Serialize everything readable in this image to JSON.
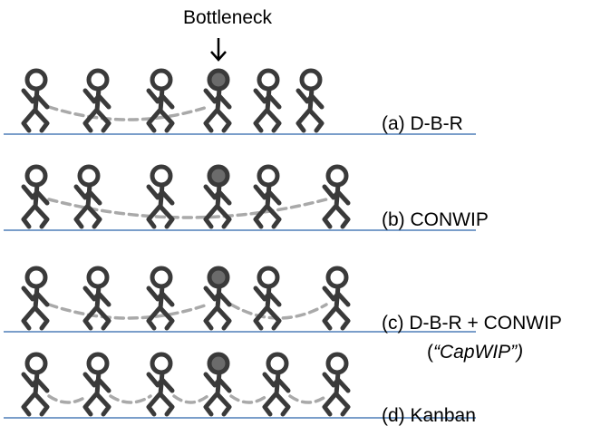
{
  "header": {
    "bottleneck_label": "Bottleneck"
  },
  "colors": {
    "figure_stroke": "#3a3a3a",
    "bottleneck_head_fill": "#6b6b6b",
    "normal_head_fill": "#ffffff",
    "rope": "#a9a9a9",
    "ground_line": "#4f7fb8",
    "arrow": "#000000"
  },
  "rows": [
    {
      "id": "dbr",
      "label": "(a) D-B-R",
      "bottleneck_index": 3,
      "figure_count": 6,
      "rope": "single-span from first worker to bottleneck"
    },
    {
      "id": "conwip",
      "label": "(b) CONWIP",
      "bottleneck_index": 3,
      "figure_count": 6,
      "rope": "single-span from first to last worker"
    },
    {
      "id": "capwip",
      "label": "(c) D-B-R + CONWIP",
      "sublabel_open": "(",
      "sublabel_italic": "“CapWIP”)",
      "bottleneck_index": 3,
      "figure_count": 6,
      "rope": "two spans: first to bottleneck, bottleneck to last"
    },
    {
      "id": "kanban",
      "label": "(d) Kanban",
      "bottleneck_index": 3,
      "figure_count": 6,
      "rope": "short spans between each adjacent pair"
    }
  ]
}
